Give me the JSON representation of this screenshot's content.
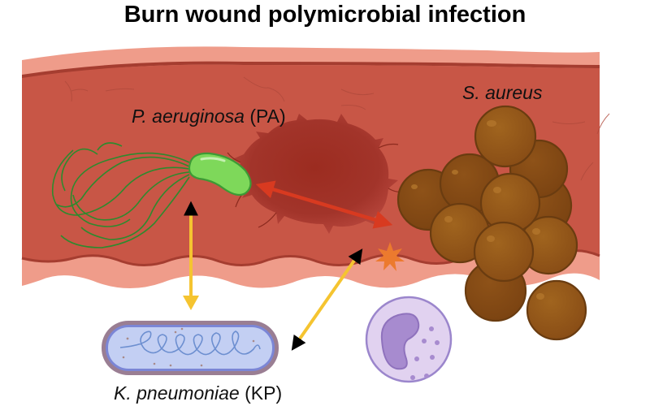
{
  "title": "Burn wound polymicrobial infection",
  "labels": {
    "pa": {
      "species": "P. aeruginosa",
      "abbr": " (PA)"
    },
    "sa": {
      "species": "S. aureus"
    },
    "kp": {
      "species": "K. pneumoniae",
      "abbr": " (KP)"
    }
  },
  "elements": {
    "tissue": "burn-wound-tissue",
    "wound": "wound-crater",
    "pa_cell": "p-aeruginosa-bacterium",
    "sa_cluster": "s-aureus-cluster",
    "kp_cell": "k-pneumoniae-bacterium",
    "immune_cell": "neutrophil",
    "signal": "toxin-burst"
  },
  "interactions": [
    {
      "from": "PA",
      "to": "S. aureus",
      "color": "#d83a20",
      "type": "bidirectional"
    },
    {
      "from": "PA",
      "to": "KP",
      "color": "#f5c430",
      "type": "bidirectional"
    },
    {
      "from": "KP",
      "to": "wound",
      "color": "#f5c430",
      "type": "bidirectional"
    }
  ],
  "colors": {
    "tissue": "#c85646",
    "tissue_edge": "#ef9c8a",
    "tissue_line": "#a53d30",
    "wound": "#9a2a1e",
    "pa_fill": "#7ed85a",
    "pa_flagella": "#2e8a2e",
    "sa_fill": "#8f5418",
    "sa_edge": "#6a3c10",
    "kp_fill": "#c3cff3",
    "kp_edge": "#9a7e93",
    "neutrophil_fill": "#e1d2f0",
    "neutrophil_nucleus": "#a78bcf",
    "burst": "#ec7a2e"
  }
}
